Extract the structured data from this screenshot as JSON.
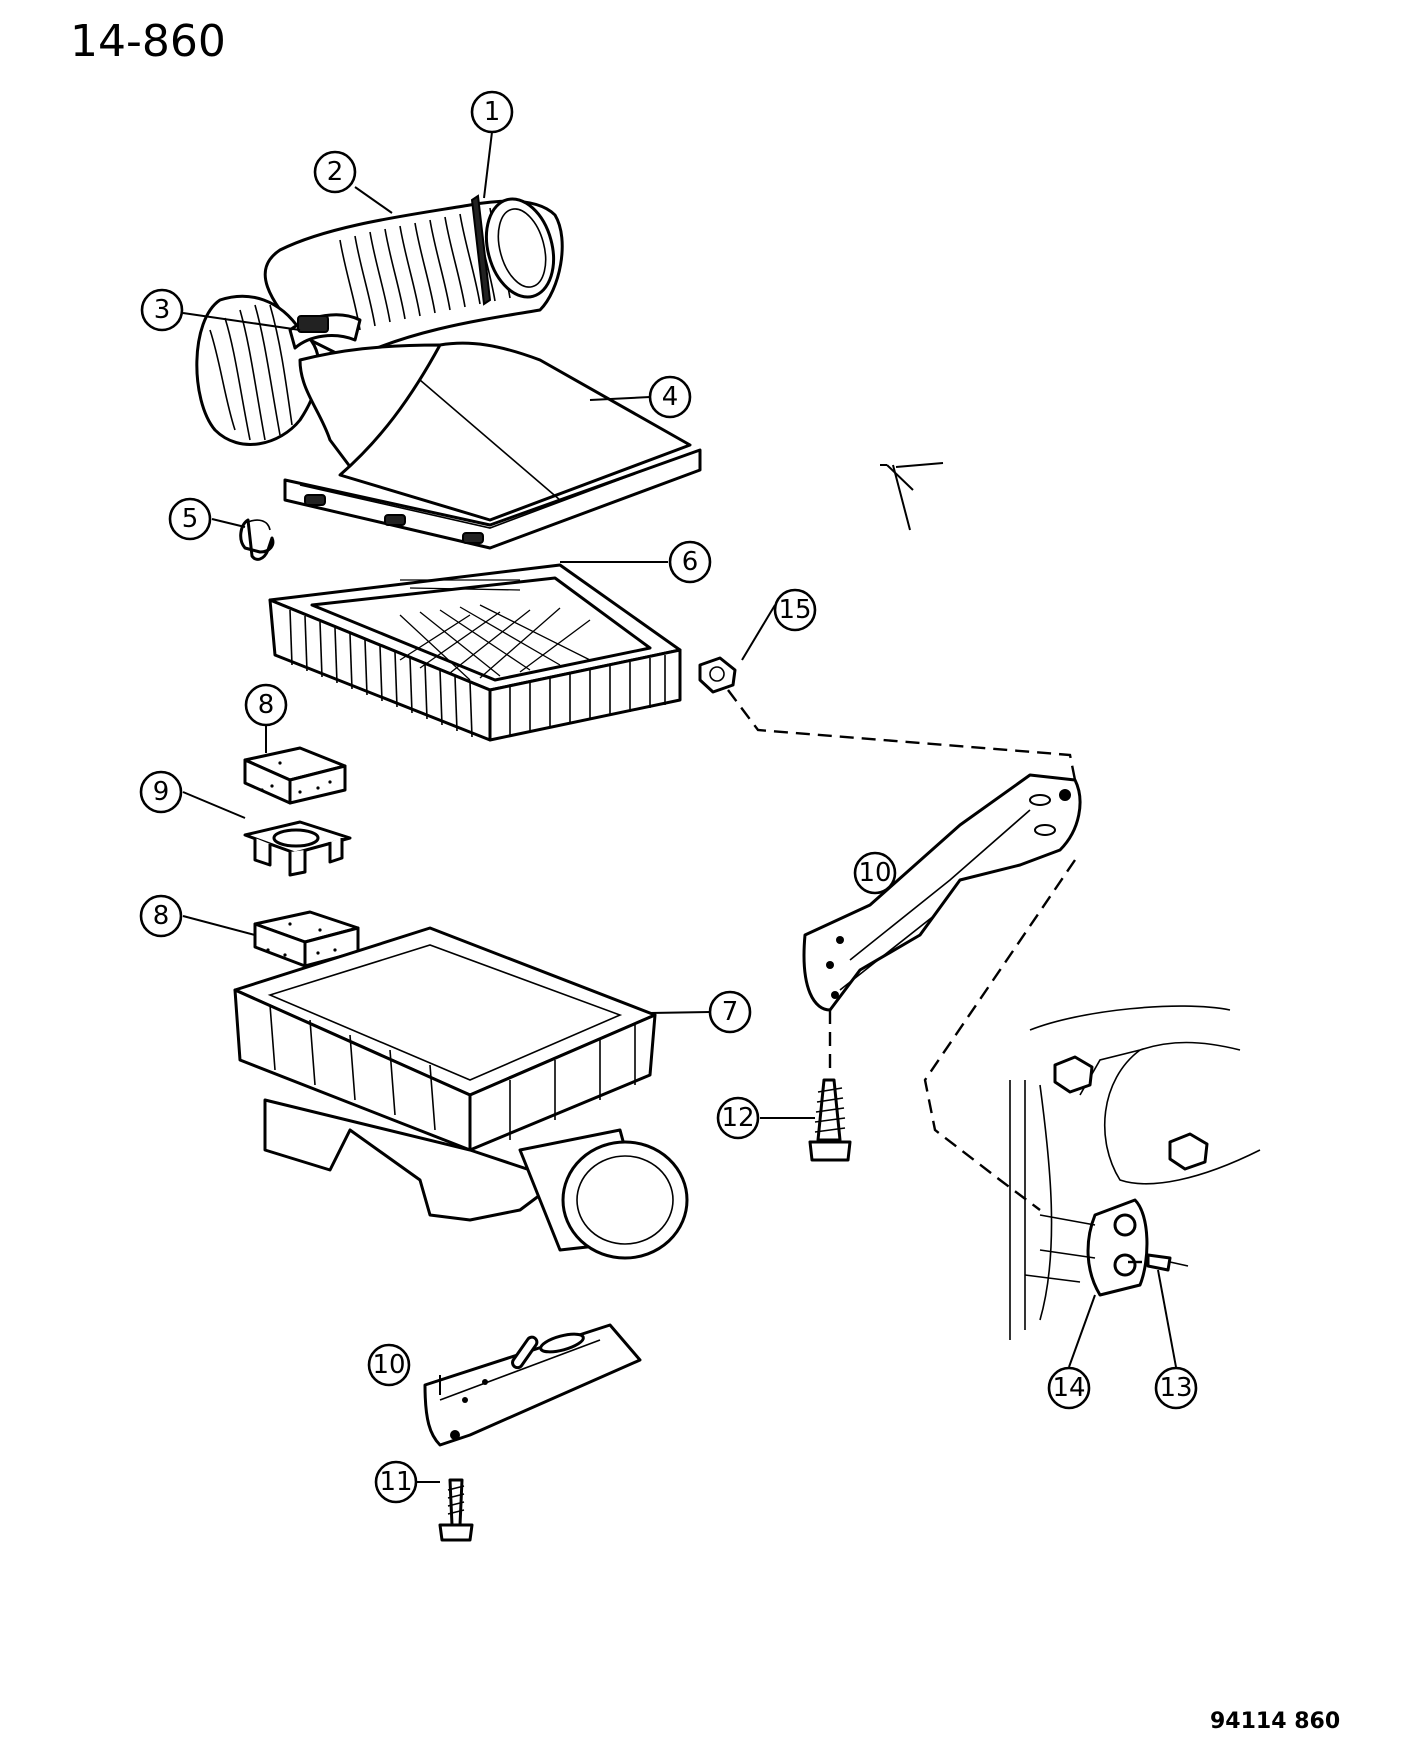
{
  "page_number": "14-860",
  "figure_code": "94114 860",
  "callouts": [
    {
      "id": "c1",
      "num": "1"
    },
    {
      "id": "c2",
      "num": "2"
    },
    {
      "id": "c3",
      "num": "3"
    },
    {
      "id": "c4",
      "num": "4"
    },
    {
      "id": "c5",
      "num": "5"
    },
    {
      "id": "c6",
      "num": "6"
    },
    {
      "id": "c7",
      "num": "7"
    },
    {
      "id": "c8a",
      "num": "8"
    },
    {
      "id": "c8b",
      "num": "8"
    },
    {
      "id": "c9",
      "num": "9"
    },
    {
      "id": "c10a",
      "num": "10"
    },
    {
      "id": "c10b",
      "num": "10"
    },
    {
      "id": "c11",
      "num": "11"
    },
    {
      "id": "c12",
      "num": "12"
    },
    {
      "id": "c13",
      "num": "13"
    },
    {
      "id": "c14",
      "num": "14"
    },
    {
      "id": "c15",
      "num": "15"
    }
  ]
}
